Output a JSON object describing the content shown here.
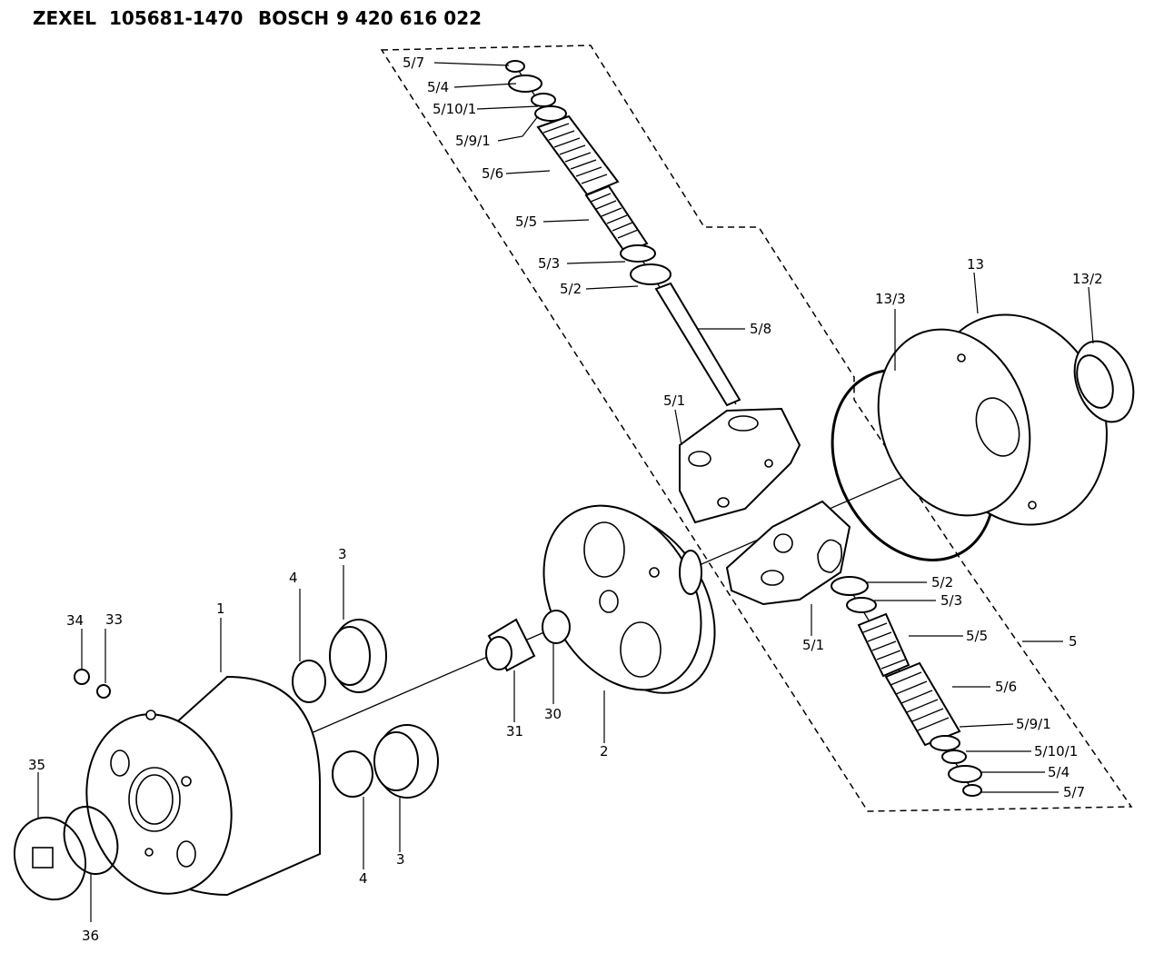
{
  "header": {
    "maker": "ZEXEL",
    "zexel_no": "105681-1470",
    "brand": "BOSCH",
    "bosch_no": "9 420 616 022"
  },
  "labels": {
    "top_5_7": "5/7",
    "top_5_4": "5/4",
    "top_5_10_1": "5/10/1",
    "top_5_9_1": "5/9/1",
    "top_5_6": "5/6",
    "top_5_5": "5/5",
    "top_5_3": "5/3",
    "top_5_2": "5/2",
    "p_5_8": "5/8",
    "upper_5_1": "5/1",
    "p_13_3": "13/3",
    "p_13": "13",
    "p_13_2": "13/2",
    "bot_5_2": "5/2",
    "bot_5_3": "5/3",
    "bot_5_5": "5/5",
    "p_5": "5",
    "lower_5_1": "5/1",
    "bot_5_6": "5/6",
    "bot_5_9_1": "5/9/1",
    "bot_5_10_1": "5/10/1",
    "bot_5_4": "5/4",
    "bot_5_7": "5/7",
    "p_1": "1",
    "p_2": "2",
    "upper_3": "3",
    "upper_4": "4",
    "lower_3": "3",
    "lower_4": "4",
    "p_30": "30",
    "p_31": "31",
    "p_33": "33",
    "p_34": "34",
    "p_35": "35",
    "p_36": "36"
  }
}
